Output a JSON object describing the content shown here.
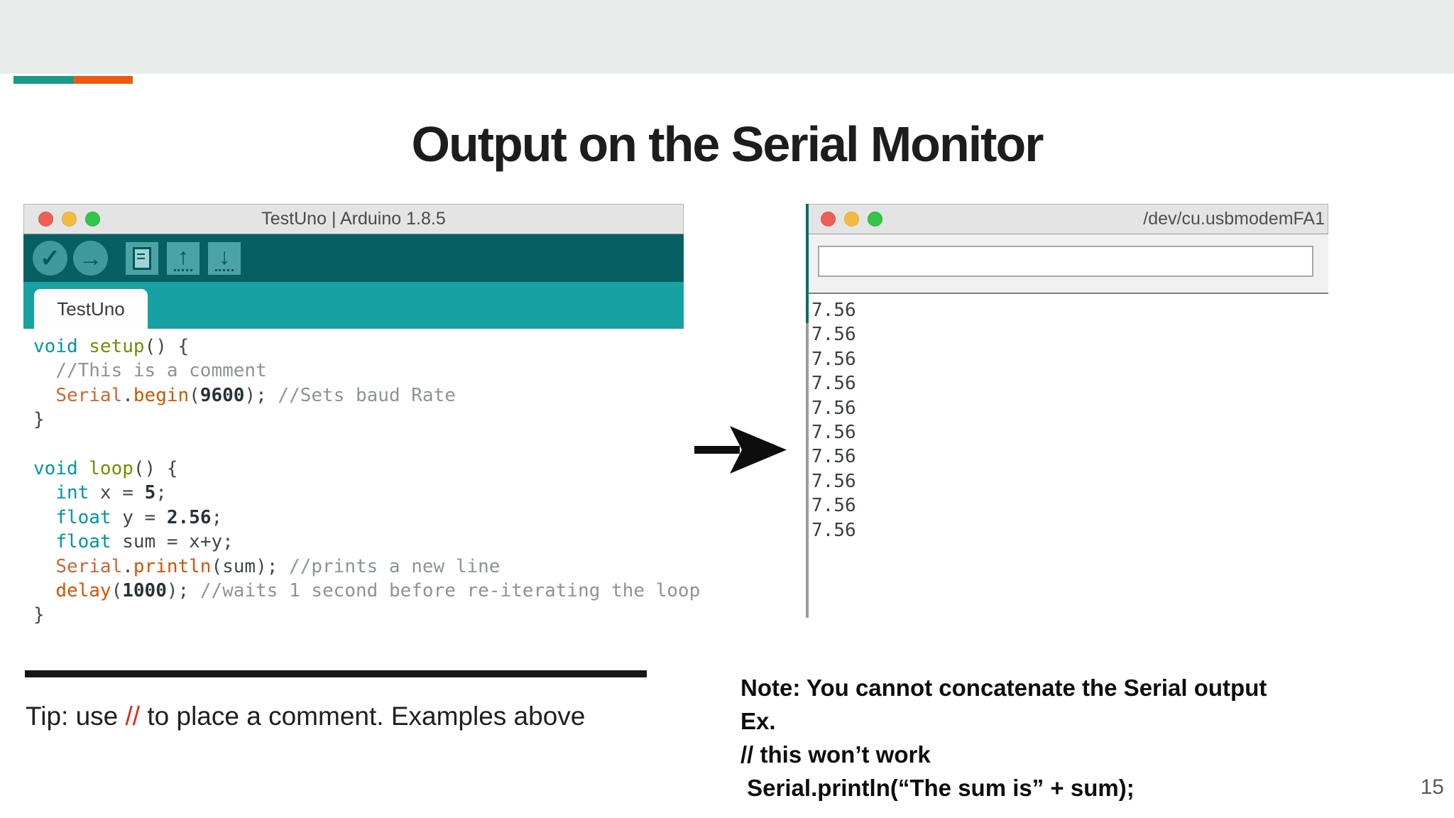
{
  "slide": {
    "title": "Output on the Serial Monitor",
    "page_number": "15"
  },
  "accent_bars": {
    "teal": "#1a9a89",
    "orange": "#ea5c0f"
  },
  "ide_window": {
    "titlebar": {
      "title": "TestUno | Arduino 1.8.5",
      "traffic_light_icons": [
        "close-icon",
        "minimize-icon",
        "zoom-icon"
      ]
    },
    "toolbar_icons": [
      "verify-check-icon",
      "upload-arrow-icon",
      "new-sketch-icon",
      "open-up-arrow-icon",
      "save-down-arrow-icon"
    ],
    "tab_label": "TestUno",
    "code_lines": [
      [
        {
          "t": "void",
          "c": "kw"
        },
        {
          "t": " ",
          "c": "pl"
        },
        {
          "t": "setup",
          "c": "fn"
        },
        {
          "t": "() {",
          "c": "pl"
        }
      ],
      [
        {
          "t": "  //This is a comment",
          "c": "cm"
        }
      ],
      [
        {
          "t": "  ",
          "c": "pl"
        },
        {
          "t": "Serial",
          "c": "obj"
        },
        {
          "t": ".",
          "c": "pl"
        },
        {
          "t": "begin",
          "c": "call"
        },
        {
          "t": "(",
          "c": "pl"
        },
        {
          "t": "9600",
          "c": "num"
        },
        {
          "t": "); ",
          "c": "pl"
        },
        {
          "t": "//Sets baud Rate",
          "c": "cm"
        }
      ],
      [
        {
          "t": "}",
          "c": "pl"
        }
      ],
      [],
      [
        {
          "t": "void",
          "c": "kw"
        },
        {
          "t": " ",
          "c": "pl"
        },
        {
          "t": "loop",
          "c": "fn"
        },
        {
          "t": "() {",
          "c": "pl"
        }
      ],
      [
        {
          "t": "  ",
          "c": "pl"
        },
        {
          "t": "int",
          "c": "kw"
        },
        {
          "t": " x = ",
          "c": "pl"
        },
        {
          "t": "5",
          "c": "num"
        },
        {
          "t": ";",
          "c": "pl"
        }
      ],
      [
        {
          "t": "  ",
          "c": "pl"
        },
        {
          "t": "float",
          "c": "kw"
        },
        {
          "t": " y = ",
          "c": "pl"
        },
        {
          "t": "2.56",
          "c": "num"
        },
        {
          "t": ";",
          "c": "pl"
        }
      ],
      [
        {
          "t": "  ",
          "c": "pl"
        },
        {
          "t": "float",
          "c": "kw"
        },
        {
          "t": " sum = x+y;",
          "c": "pl"
        }
      ],
      [
        {
          "t": "  ",
          "c": "pl"
        },
        {
          "t": "Serial",
          "c": "obj"
        },
        {
          "t": ".",
          "c": "pl"
        },
        {
          "t": "println",
          "c": "call"
        },
        {
          "t": "(sum); ",
          "c": "pl"
        },
        {
          "t": "//prints a new line",
          "c": "cm"
        }
      ],
      [
        {
          "t": "  ",
          "c": "pl"
        },
        {
          "t": "delay",
          "c": "call"
        },
        {
          "t": "(",
          "c": "pl"
        },
        {
          "t": "1000",
          "c": "num"
        },
        {
          "t": "); ",
          "c": "pl"
        },
        {
          "t": "//waits 1 second before re-iterating the loop",
          "c": "cm"
        }
      ],
      [
        {
          "t": "}",
          "c": "pl"
        }
      ]
    ]
  },
  "serial_window": {
    "titlebar": {
      "title": "/dev/cu.usbmodemFA1",
      "traffic_light_icons": [
        "close-icon",
        "minimize-icon",
        "zoom-icon"
      ]
    },
    "input": {
      "value": "",
      "placeholder": ""
    },
    "output_lines": [
      "7.56",
      "7.56",
      "7.56",
      "7.56",
      "7.56",
      "7.56",
      "7.56",
      "7.56",
      "7.56",
      "7.56"
    ]
  },
  "arrow": {
    "icon": "right-arrow-icon"
  },
  "tip": {
    "prefix": "Tip: use ",
    "comment_token": "//",
    "suffix": " to place a comment. Examples above",
    "comment_color": "#e02b20"
  },
  "note": {
    "lines": [
      "Note: You cannot concatenate the Serial output",
      "Ex.",
      "// this won’t work",
      " Serial.println(“The sum is” + sum);"
    ]
  }
}
